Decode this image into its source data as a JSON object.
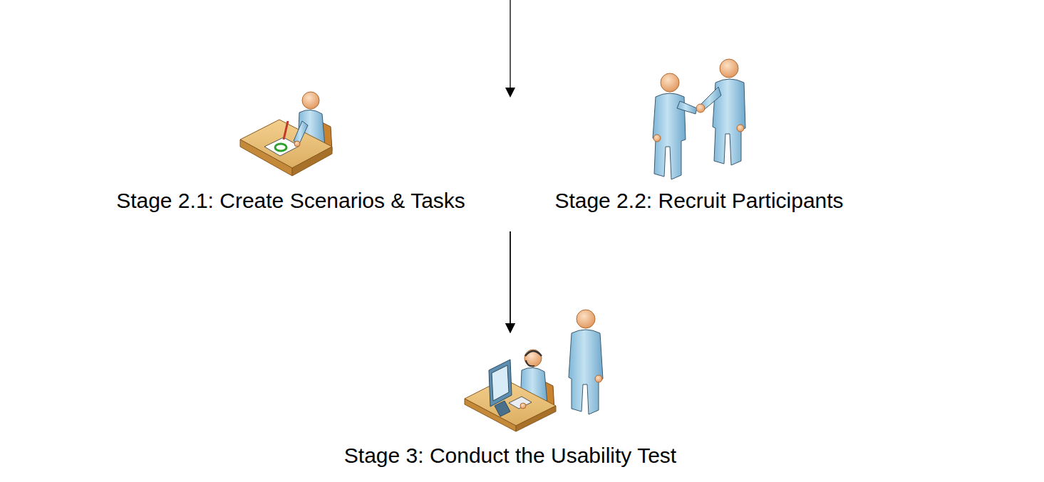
{
  "diagram": {
    "nodes": [
      {
        "text": [
          "Stage 2.1: Create Scenarios & Tasks"
        ]
      },
      {
        "text": [
          "Stage 2.2: Recruit Participants"
        ]
      },
      {
        "text": [
          "Stage 3: Conduct the Usability Test"
        ]
      }
    ],
    "edges": [
      {
        "from": 0,
        "to": 2,
        "arrow": "to"
      },
      {
        "from": 1,
        "to": 2,
        "arrow": "to"
      }
    ]
  }
}
